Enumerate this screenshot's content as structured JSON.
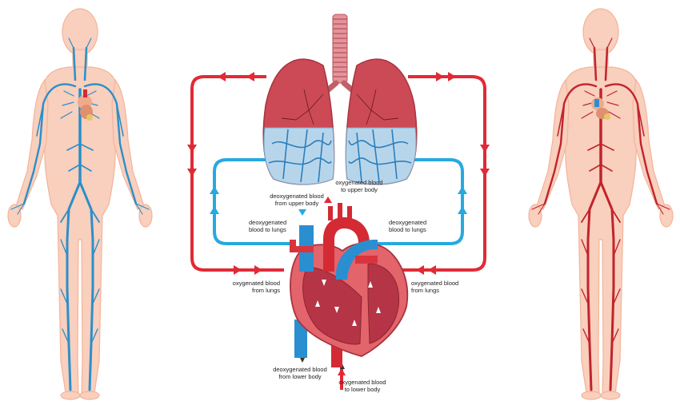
{
  "colors": {
    "oxygenated": "#e12a35",
    "deoxygenated": "#27a9df",
    "skin": "#f9cfbd",
    "skin_outline": "#f2b59b",
    "vein_figure": "#2b8fc9",
    "artery_figure": "#c0242c",
    "lung": "#cc4a55",
    "heart_wall": "#e3646a"
  },
  "labels": {
    "deoxy_upper": "deoxygenated blood\nfrom upper body",
    "oxy_upper": "oxygenated blood\nto upper body",
    "deoxy_lungs_left": "deoxygenated\nblood to lungs",
    "deoxy_lungs_right": "deoxygenated\nblood to lungs",
    "oxy_from_lungs_left": "oxygenated blood\nfrom lungs",
    "oxy_from_lungs_right": "oxygenated blood\nfrom lungs",
    "deoxy_lower": "deoxygenated blood\nfrom lower body",
    "oxy_lower": "oxygenated blood\nto lower body"
  },
  "icons": {
    "left_figure": "venous-system-figure",
    "right_figure": "arterial-system-figure",
    "lungs": "lungs",
    "heart": "heart-cross-section"
  }
}
